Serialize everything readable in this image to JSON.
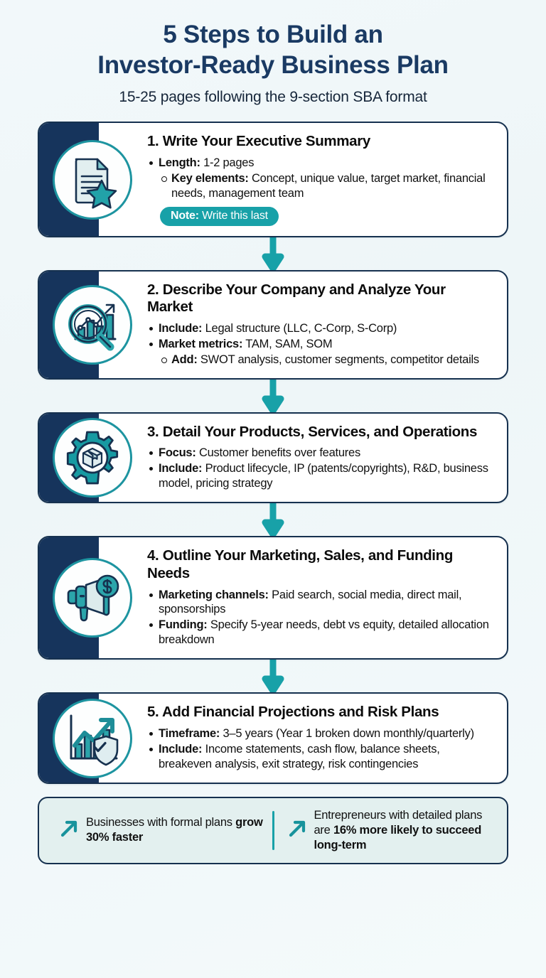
{
  "header": {
    "title_line1": "5 Steps to Build an",
    "title_line2": "Investor-Ready Business Plan",
    "subtitle": "15-25 pages following the 9-section SBA format"
  },
  "colors": {
    "navy": "#16345c",
    "navy_border": "#16314f",
    "teal": "#18a1a8",
    "teal_dark": "#1d7d86",
    "title_blue": "#1a3a63",
    "background": "#f2f8fa",
    "footer_bg": "#e3f0ef"
  },
  "steps": [
    {
      "icon": "document-star-icon",
      "title": "1. Write Your Executive Summary",
      "bullets": [
        {
          "level": 1,
          "label": "Length:",
          "text": "1-2 pages"
        },
        {
          "level": 2,
          "label": "Key elements:",
          "text": "Concept, unique value, target market, financial needs, management team"
        }
      ],
      "note": {
        "label": "Note:",
        "text": "Write this last"
      }
    },
    {
      "icon": "magnifier-chart-icon",
      "title": "2. Describe Your Company and Analyze Your Market",
      "bullets": [
        {
          "level": 1,
          "label": "Include:",
          "text": "Legal structure (LLC, C-Corp, S-Corp)"
        },
        {
          "level": 1,
          "label": "Market metrics:",
          "text": "TAM, SAM, SOM"
        },
        {
          "level": 2,
          "label": "Add:",
          "text": "SWOT analysis, customer segments, competitor details"
        }
      ],
      "note": null
    },
    {
      "icon": "gear-box-icon",
      "title": "3. Detail Your Products, Services, and Operations",
      "bullets": [
        {
          "level": 1,
          "label": "Focus:",
          "text": "Customer benefits over features"
        },
        {
          "level": 1,
          "label": "Include:",
          "text": "Product lifecycle, IP (patents/copyrights), R&D, business model, pricing strategy"
        }
      ],
      "note": null
    },
    {
      "icon": "megaphone-dollar-icon",
      "title": "4. Outline Your Marketing, Sales, and Funding Needs",
      "bullets": [
        {
          "level": 1,
          "label": "Marketing channels:",
          "text": "Paid search, social media, direct mail, sponsorships"
        },
        {
          "level": 1,
          "label": "Funding:",
          "text": "Specify 5-year needs, debt vs equity, detailed allocation breakdown"
        }
      ],
      "note": null
    },
    {
      "icon": "growth-chart-shield-icon",
      "title": "5. Add Financial Projections and Risk Plans",
      "bullets": [
        {
          "level": 1,
          "label": "Timeframe:",
          "text": "3–5 years (Year 1 broken down monthly/quarterly)"
        },
        {
          "level": 1,
          "label": "Include:",
          "text": "Income statements, cash flow, balance sheets, breakeven analysis, exit strategy, risk contingencies"
        }
      ],
      "note": null
    }
  ],
  "footer": {
    "stats": [
      {
        "icon": "trend-up-arrow-icon",
        "prefix": "Businesses with formal plans ",
        "bold": "grow 30% faster",
        "suffix": ""
      },
      {
        "icon": "trend-up-arrow-icon",
        "prefix": "Entrepreneurs with detailed plans are ",
        "bold": "16% more likely to succeed long-term",
        "suffix": ""
      }
    ]
  }
}
